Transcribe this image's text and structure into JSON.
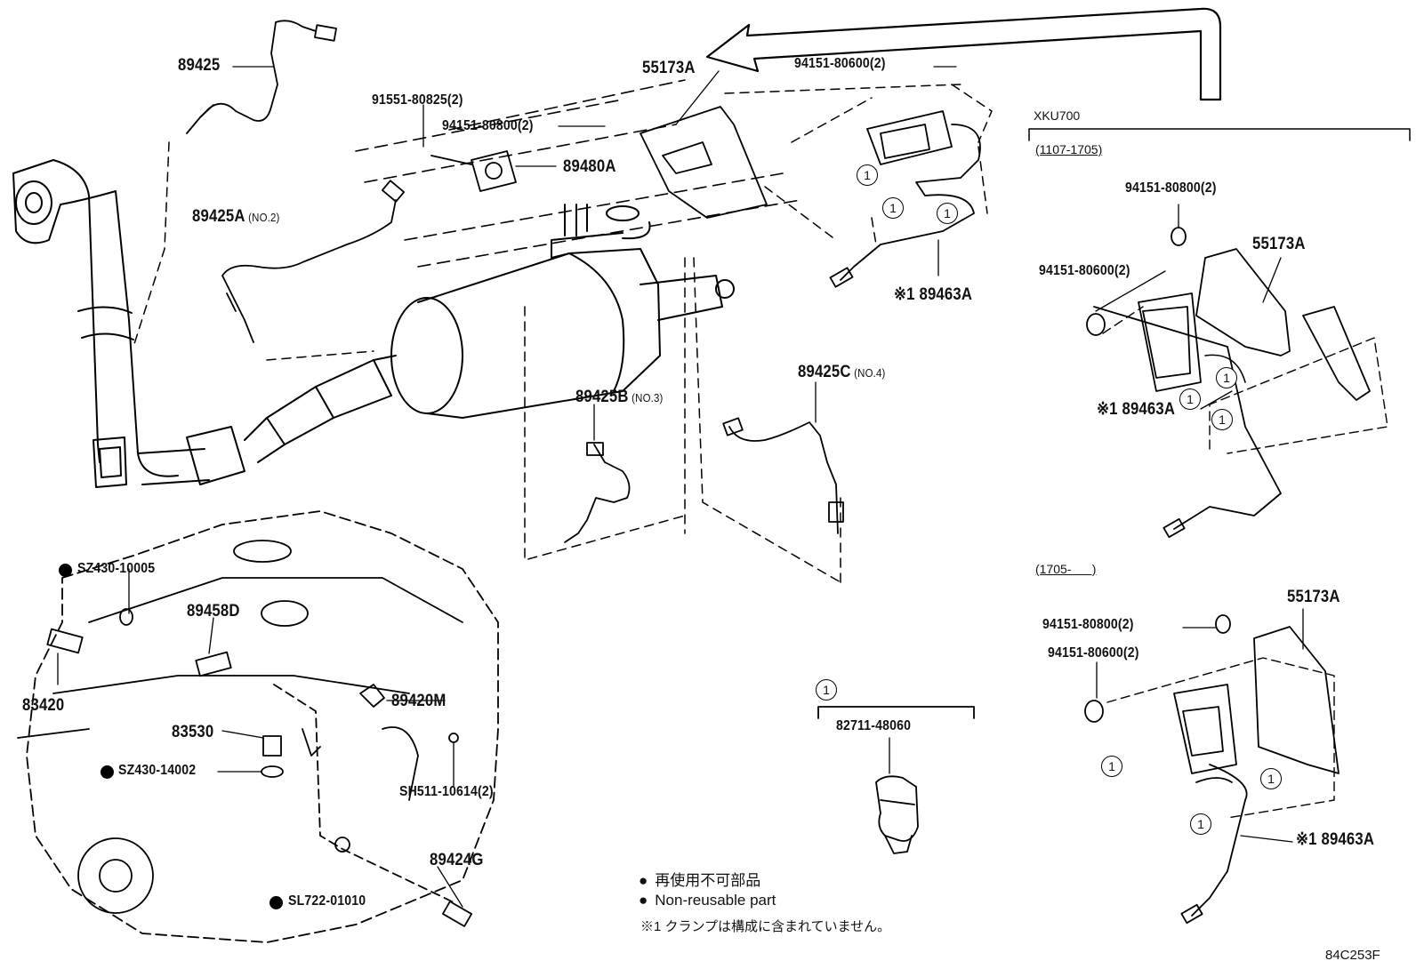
{
  "labels": {
    "p89425": "89425",
    "p55173A_main": "55173A",
    "p94151_80600_top": "94151-80600(2)",
    "p91551": "91551-80825(2)",
    "p94151_80800_top": "94151-80800(2)",
    "p89480A": "89480A",
    "p89425A": "89425A",
    "p89425A_note": "(NO.2)",
    "p89463A_top": "※1 89463A",
    "p89425C": "89425C",
    "p89425C_note": "(NO.4)",
    "p89425B": "89425B",
    "p89425B_note": "(NO.3)",
    "pSZ430_10005": "SZ430-10005",
    "p89458D": "89458D",
    "p83420": "83420",
    "p89420M": "89420M",
    "p83530": "83530",
    "pSZ430_14002": "SZ430-14002",
    "pSH511": "SH511-10614(2)",
    "p89424G": "89424G",
    "pSL722": "SL722-01010",
    "p82711": "82711-48060",
    "circle_one": "1"
  },
  "right_panel": {
    "model": "XKU700",
    "range1": "(1107-1705)",
    "range2": "(1705-      )",
    "r1_94151_80800": "94151-80800(2)",
    "r1_55173A": "55173A",
    "r1_94151_80600": "94151-80600(2)",
    "r1_89463A": "※1 89463A",
    "r2_55173A": "55173A",
    "r2_94151_80800": "94151-80800(2)",
    "r2_94151_80600": "94151-80600(2)",
    "r2_89463A": "※1 89463A"
  },
  "legend": {
    "jp_nonreusable": "再使用不可部品",
    "en_nonreusable": "Non-reusable part",
    "clamp_note": "※1 クランプは構成に含まれていません。"
  },
  "diagram_code": "84C253F"
}
